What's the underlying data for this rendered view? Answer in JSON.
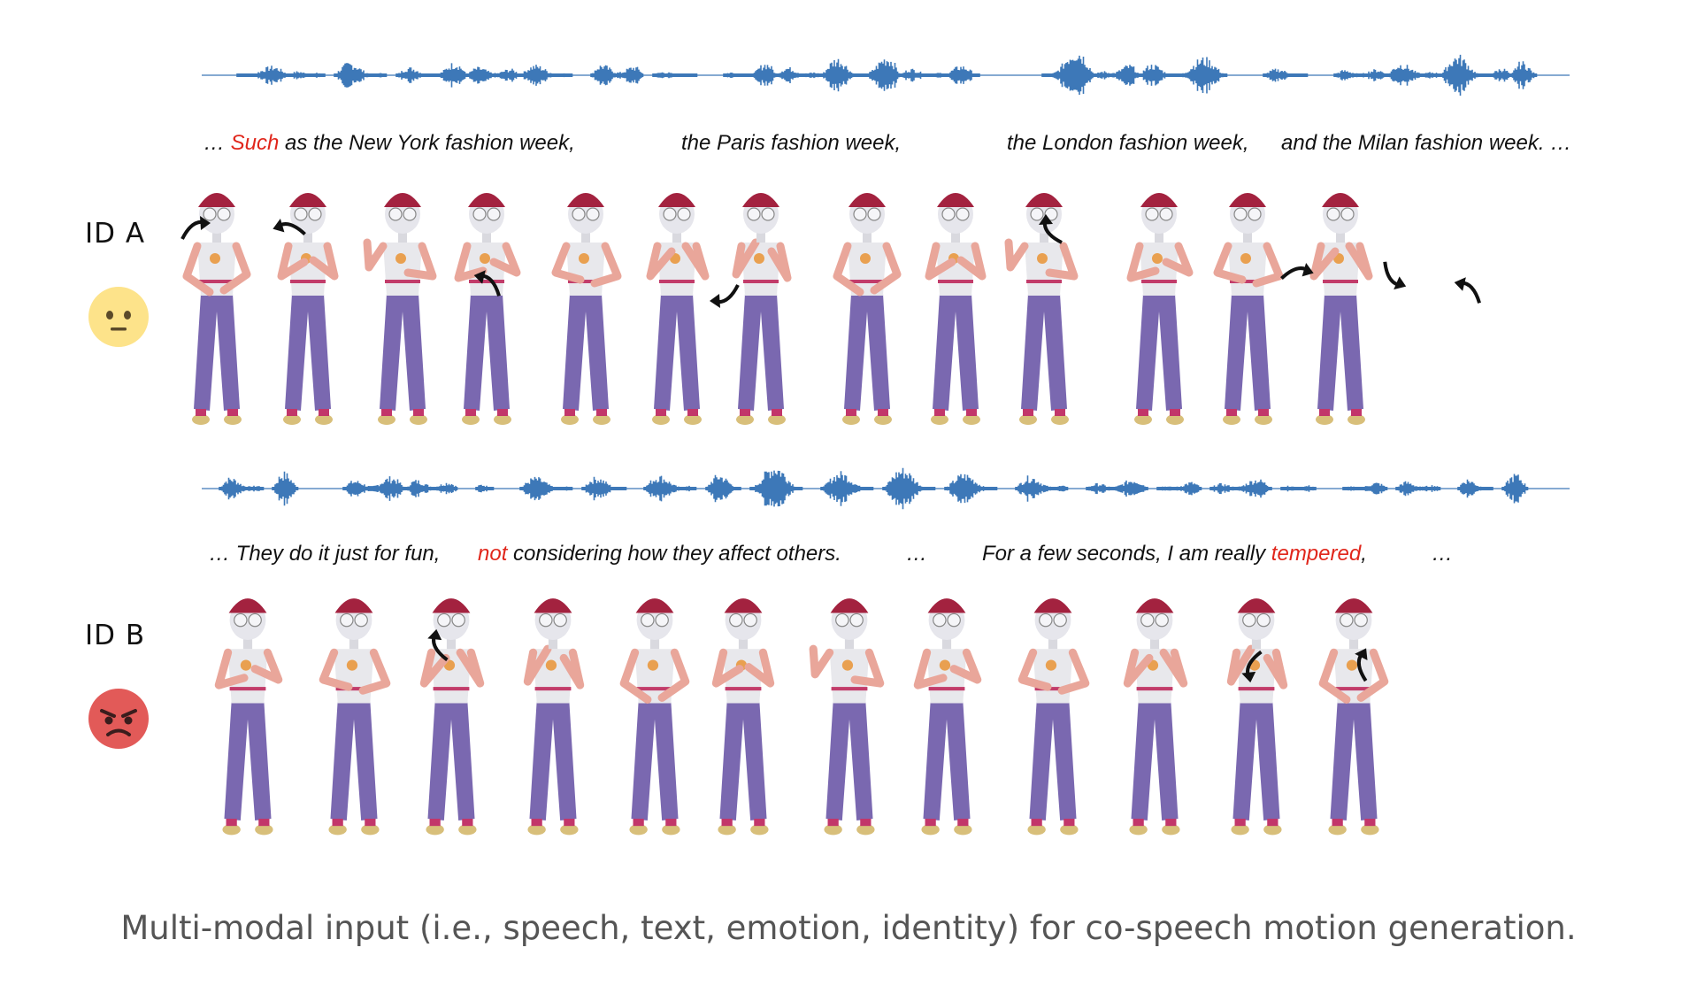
{
  "section_a": {
    "id_label": "ID  A",
    "emotion": "neutral-face-icon",
    "transcript": [
      {
        "prefix": "… ",
        "highlight": "Such",
        "text": " as the New York fashion week,"
      },
      {
        "prefix": "",
        "highlight": "",
        "text": "the Paris fashion week,"
      },
      {
        "prefix": "",
        "highlight": "",
        "text": "the London fashion week,"
      },
      {
        "prefix": "",
        "highlight": "",
        "text": "and the Milan fashion week. …"
      }
    ]
  },
  "section_b": {
    "id_label": "ID  B",
    "emotion": "angry-face-icon",
    "transcript": [
      {
        "prefix": "",
        "highlight": "",
        "text": "… They do it just for fun,"
      },
      {
        "prefix": "",
        "highlight": "not",
        "text": " considering how they affect others."
      },
      {
        "prefix": "",
        "highlight": "",
        "text": "…"
      },
      {
        "prefix": "For a few seconds, I am really ",
        "highlight": "tempered",
        "text": ","
      },
      {
        "prefix": "",
        "highlight": "",
        "text": "…"
      }
    ]
  },
  "caption": "Multi-modal input (i.e., speech, text, emotion, identity) for co-speech motion generation.",
  "colors": {
    "waveform": "#3d78b8",
    "highlight": "#e0261b",
    "skin": "#e9a69a",
    "pants": "#7a68b0",
    "helmet": "#a3223f",
    "neutral_face": "#fde38a",
    "angry_face": "#e25a58"
  }
}
